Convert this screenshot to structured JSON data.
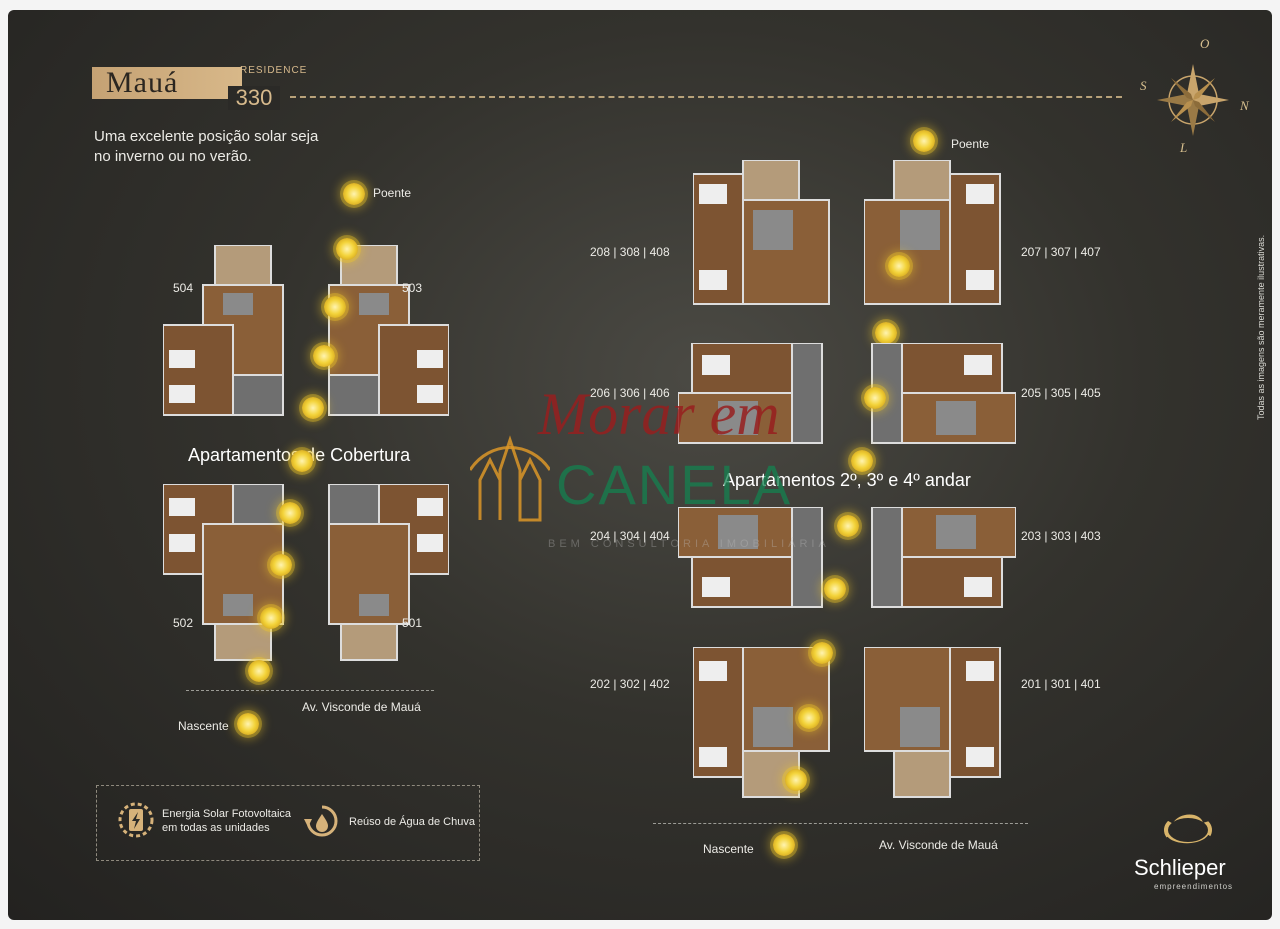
{
  "brand": {
    "name": "Mauá",
    "subtitle": "RESIDENCE",
    "number": "330"
  },
  "intro": {
    "line1": "Uma excelente posição solar seja",
    "line2": "no inverno ou no verão."
  },
  "compass": {
    "north": "O",
    "south": "L",
    "east": "N",
    "west": "S"
  },
  "labels": {
    "poente": "Poente",
    "nascente": "Nascente",
    "avenue": "Av. Visconde de Mauá",
    "cobertura": "Apartamentos de Cobertura",
    "andar": "Apartamentos 2º, 3º e 4º andar"
  },
  "units": {
    "c504": "504",
    "c503": "503",
    "c502": "502",
    "c501": "501",
    "u208": "208 | 308 | 408",
    "u207": "207 | 307 | 407",
    "u206": "206 | 306 | 406",
    "u205": "205 | 305 | 405",
    "u204": "204 | 304 | 404",
    "u203": "203 | 303 | 403",
    "u202": "202 | 302 | 402",
    "u201": "201 | 301 | 401"
  },
  "features": [
    {
      "label": "Energia Solar Fotovoltaica\nem todas as unidades",
      "icon": "solar-battery-icon"
    },
    {
      "label": "Reúso de Água de Chuva",
      "icon": "water-recycle-icon"
    }
  ],
  "watermark": {
    "line1": "Morar em",
    "line2": "CANELA",
    "line3": "BEM CONSULTORIA IMOBILIÁRIA"
  },
  "footer": {
    "company": "Schlieper",
    "tagline": "empreendimentos"
  },
  "disclaimer": "Todas as imagens são meramente ilustrativas."
}
